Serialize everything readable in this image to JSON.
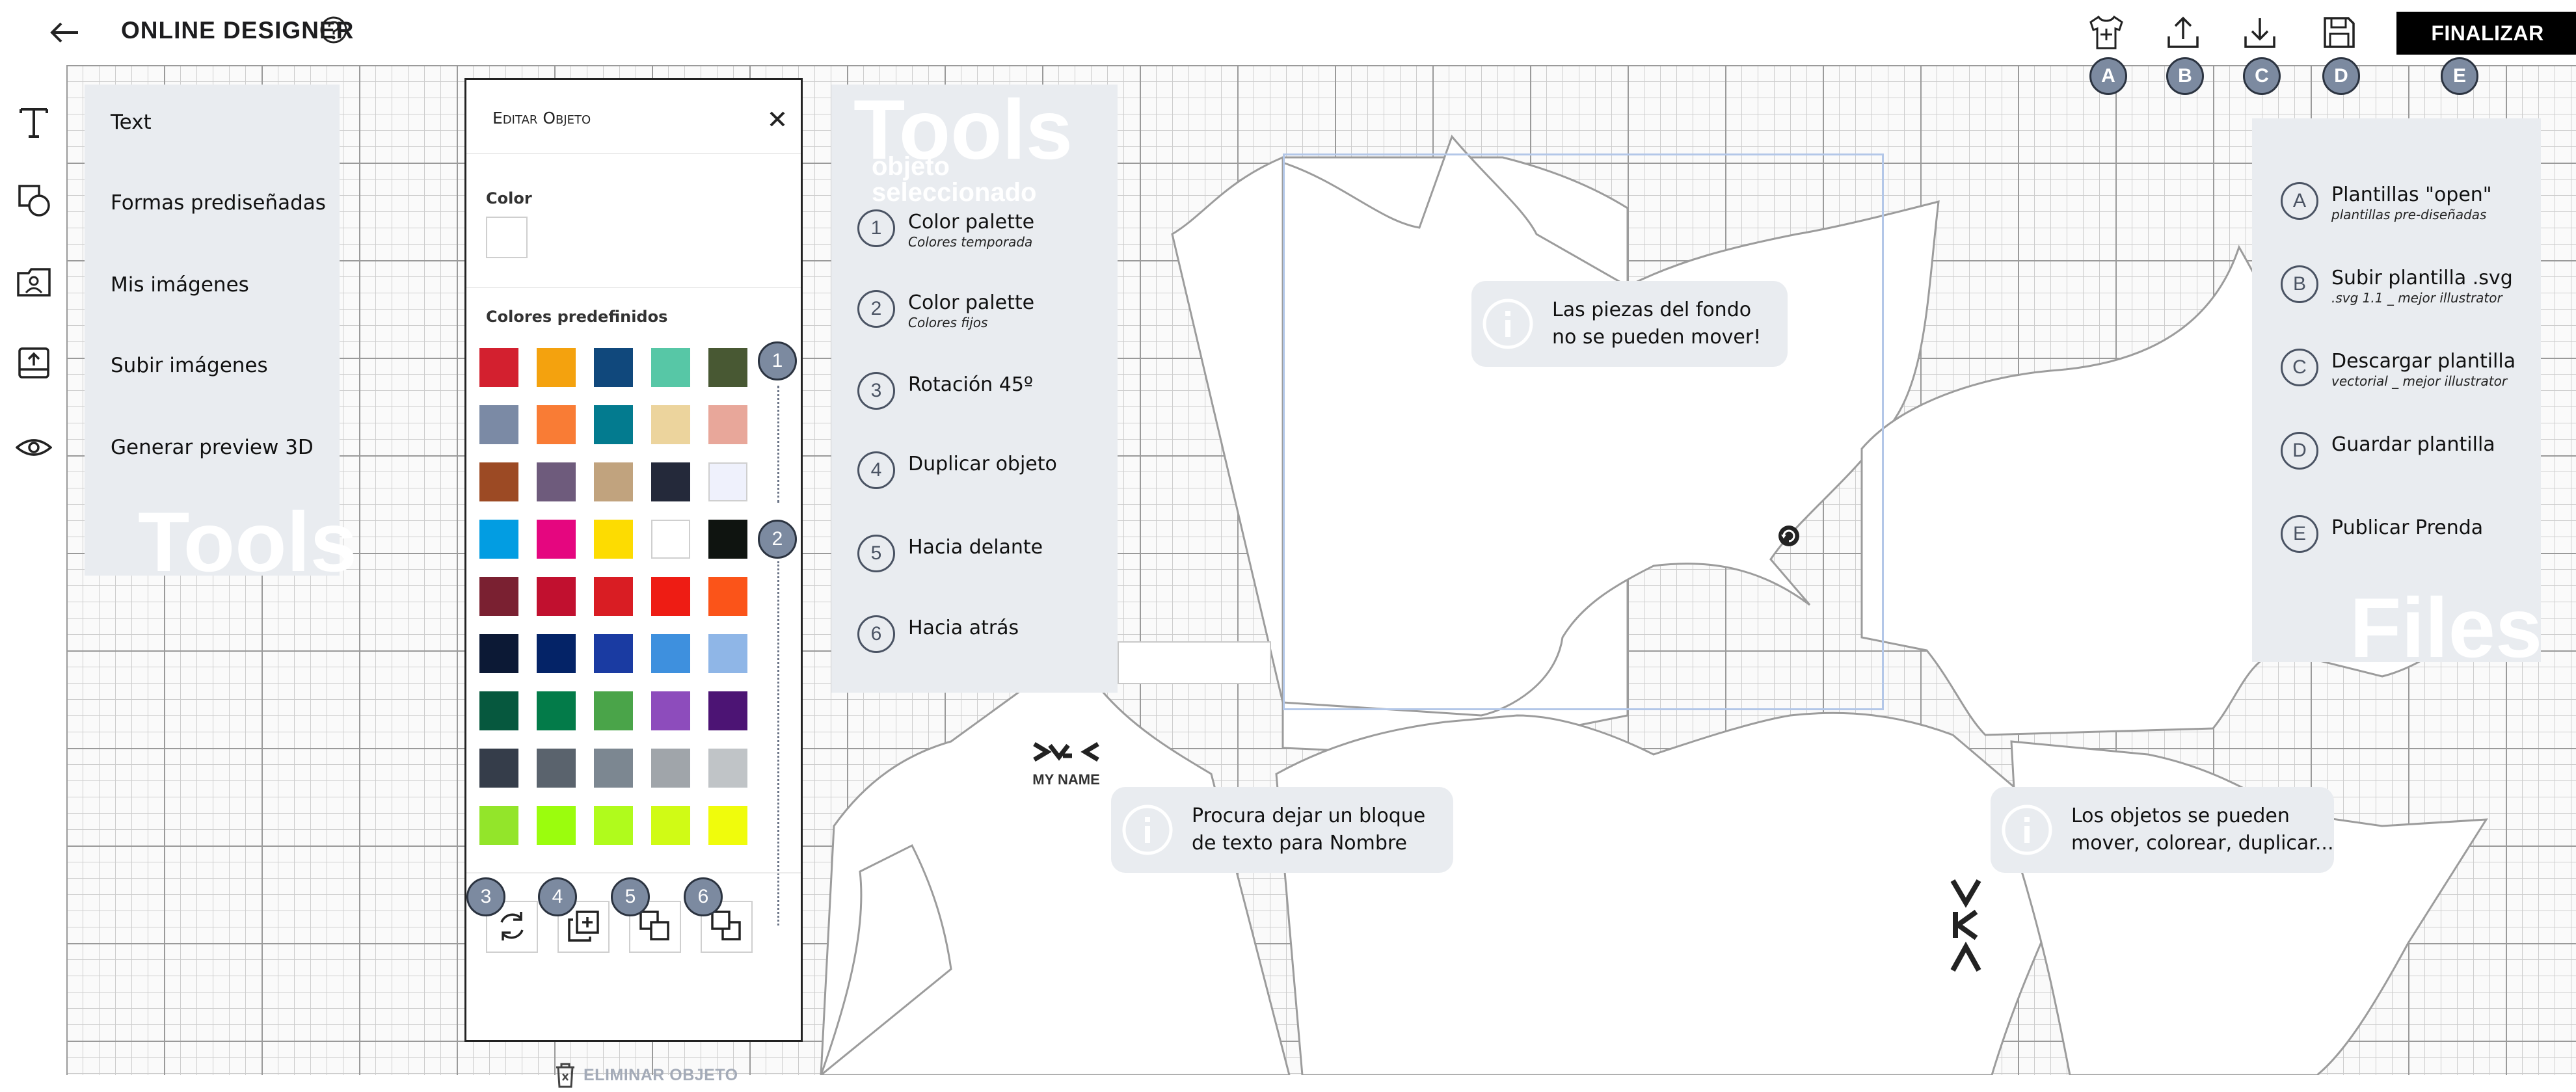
{
  "header": {
    "title": "ONLINE DESIGNER",
    "finalize_label": "FINALIZAR",
    "toolbar_icons": [
      {
        "icon": "tshirt-plus-icon",
        "badge": "A"
      },
      {
        "icon": "upload-icon",
        "badge": "B"
      },
      {
        "icon": "download-icon",
        "badge": "C"
      },
      {
        "icon": "save-icon",
        "badge": "D"
      },
      {
        "icon": "publish-button",
        "badge": "E"
      }
    ]
  },
  "sidebar": {
    "items": [
      {
        "label": "Text",
        "icon": "text-icon"
      },
      {
        "label": "Formas prediseñadas",
        "icon": "shapes-icon"
      },
      {
        "label": "Mis imágenes",
        "icon": "my-images-icon"
      },
      {
        "label": "Subir imágenes",
        "icon": "upload-image-icon"
      },
      {
        "label": "Generar preview 3D",
        "icon": "eye-icon"
      }
    ],
    "watermark": "Tools"
  },
  "dialog": {
    "title": "Editar Objeto",
    "color_label": "Color",
    "predefined_label": "Colores predefinidos",
    "delete_label": "ELIMINAR OBJETO",
    "swatches": [
      [
        "#d3202f",
        "#f4a20e",
        "#10487c",
        "#57c7a6",
        "#485833"
      ],
      [
        "#7b8aa5",
        "#f97c35",
        "#037b8f",
        "#ecd49d",
        "#e8a79a"
      ],
      [
        "#9c4a24",
        "#6e5b7c",
        "#c1a37e",
        "#24293a",
        "#eff1fc"
      ],
      [
        "#029de2",
        "#e5067f",
        "#fddc01",
        "#ffffff",
        "#0f1410"
      ],
      [
        "#7a2031",
        "#c1102f",
        "#d91d23",
        "#ee1c14",
        "#fb5419"
      ],
      [
        "#0c1935",
        "#042367",
        "#1a3ba2",
        "#3e90de",
        "#8fb6e7"
      ],
      [
        "#06583e",
        "#037b49",
        "#4aa449",
        "#8d4cbc",
        "#4c1474"
      ],
      [
        "#353d4a",
        "#5a636d",
        "#7c8791",
        "#a0a5aa",
        "#c0c4c7"
      ],
      [
        "#93e52a",
        "#9bfd0d",
        "#b0fb1c",
        "#d0fb15",
        "#f0fc0c"
      ]
    ],
    "badges": [
      "1",
      "2",
      "3",
      "4",
      "5",
      "6"
    ]
  },
  "selected_panel": {
    "watermark_title": "Tools",
    "watermark_subtitle": "objeto seleccionado",
    "items": [
      {
        "num": "1",
        "label": "Color palette",
        "sub": "Colores temporada"
      },
      {
        "num": "2",
        "label": "Color palette",
        "sub": "Colores fijos"
      },
      {
        "num": "3",
        "label": "Rotación 45º",
        "sub": ""
      },
      {
        "num": "4",
        "label": "Duplicar objeto",
        "sub": ""
      },
      {
        "num": "5",
        "label": "Hacia delante",
        "sub": ""
      },
      {
        "num": "6",
        "label": "Hacia atrás",
        "sub": ""
      }
    ]
  },
  "files_panel": {
    "watermark": "Files",
    "items": [
      {
        "letter": "A",
        "label": "Plantillas \"open\"",
        "sub": "plantillas pre-diseñadas"
      },
      {
        "letter": "B",
        "label": "Subir plantilla .svg",
        "sub": ".svg 1.1 _ mejor illustrator"
      },
      {
        "letter": "C",
        "label": "Descargar plantilla",
        "sub": "vectorial _ mejor illustrator"
      },
      {
        "letter": "D",
        "label": "Guardar plantilla",
        "sub": ""
      },
      {
        "letter": "E",
        "label": "Publicar Prenda",
        "sub": ""
      }
    ]
  },
  "hints": [
    {
      "text": "Las piezas del fondo\nno se pueden mover!"
    },
    {
      "text": "Procura dejar un bloque\nde texto para Nombre"
    },
    {
      "text": "Los objetos se pueden\nmover, colorear, duplicar..."
    }
  ],
  "canvas": {
    "logo_text": "MY NAME"
  }
}
